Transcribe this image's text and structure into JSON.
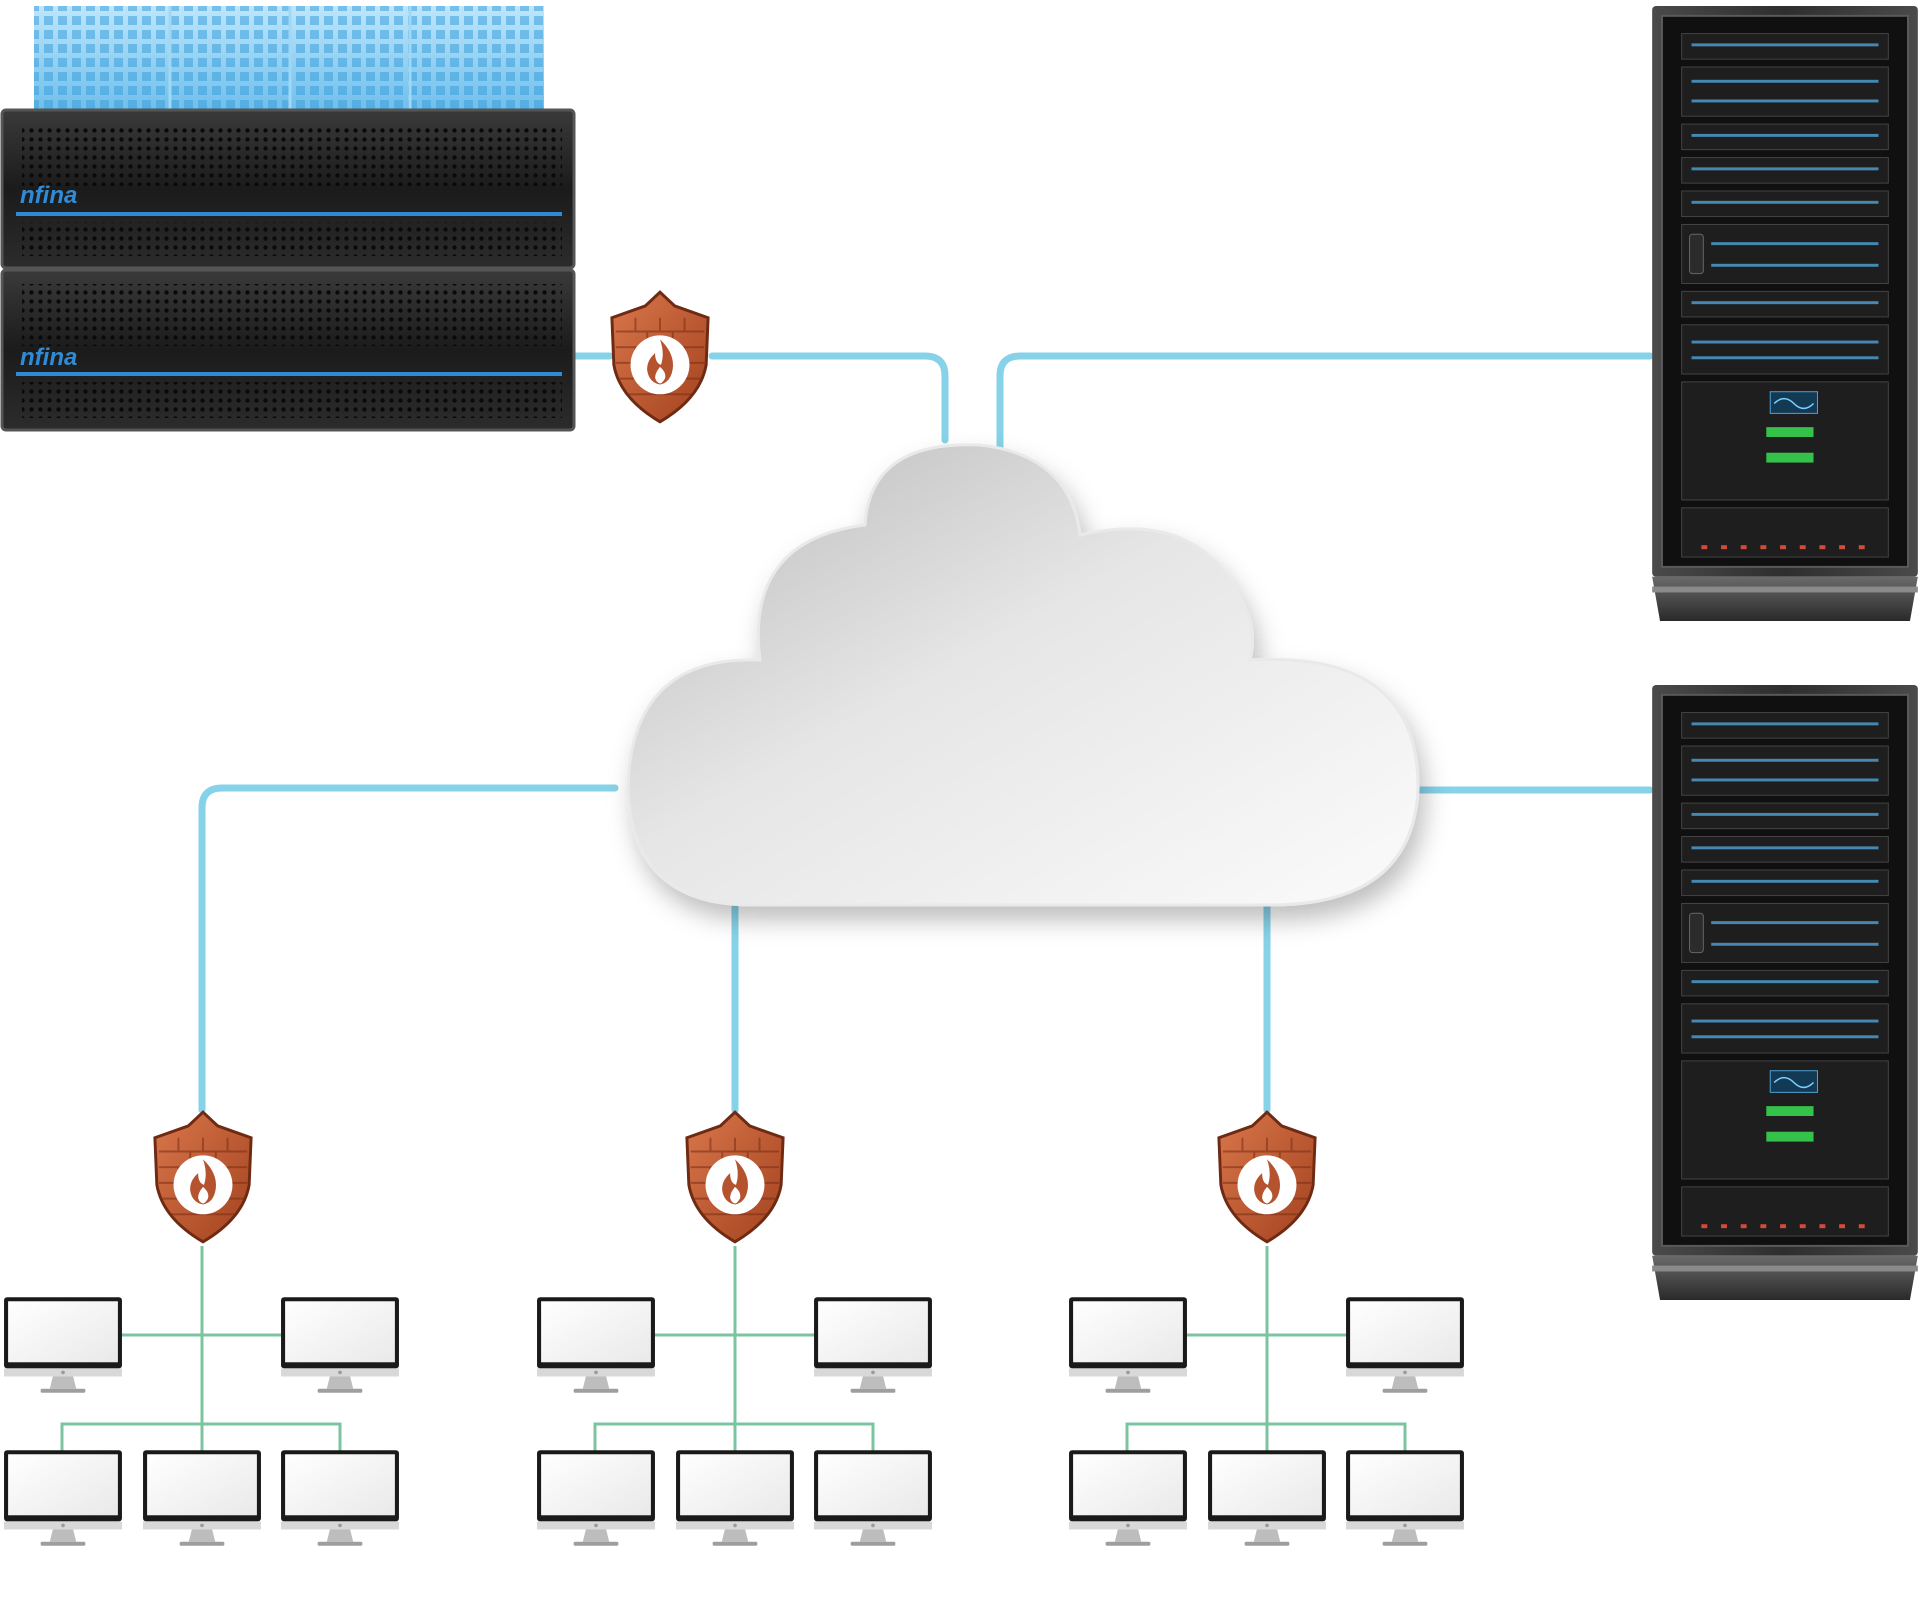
{
  "storage": {
    "brand": "nfina",
    "units": 2
  },
  "colors": {
    "uplink": "#86d2e8",
    "lan": "#7cc4a0",
    "cloud_light": "#f7f7f7",
    "cloud_dark": "#c4c4c4",
    "firewall_brick": "#b5532f",
    "firewall_dark": "#7a2c14",
    "rack_body": "#3a3a3a",
    "storage_accent": "#2f8bd6",
    "drive_panel": "#7fc8ef"
  },
  "icons": {
    "firewall": "shield-brick-flame-icon",
    "workstation": "monitor-icon",
    "server": "server-rack",
    "storage": "storage-array",
    "network": "cloud"
  },
  "workstation_groups": [
    {
      "id": "left",
      "monitors": 5
    },
    {
      "id": "middle",
      "monitors": 5
    },
    {
      "id": "right",
      "monitors": 5
    }
  ],
  "server_racks": 2,
  "firewalls": 4
}
